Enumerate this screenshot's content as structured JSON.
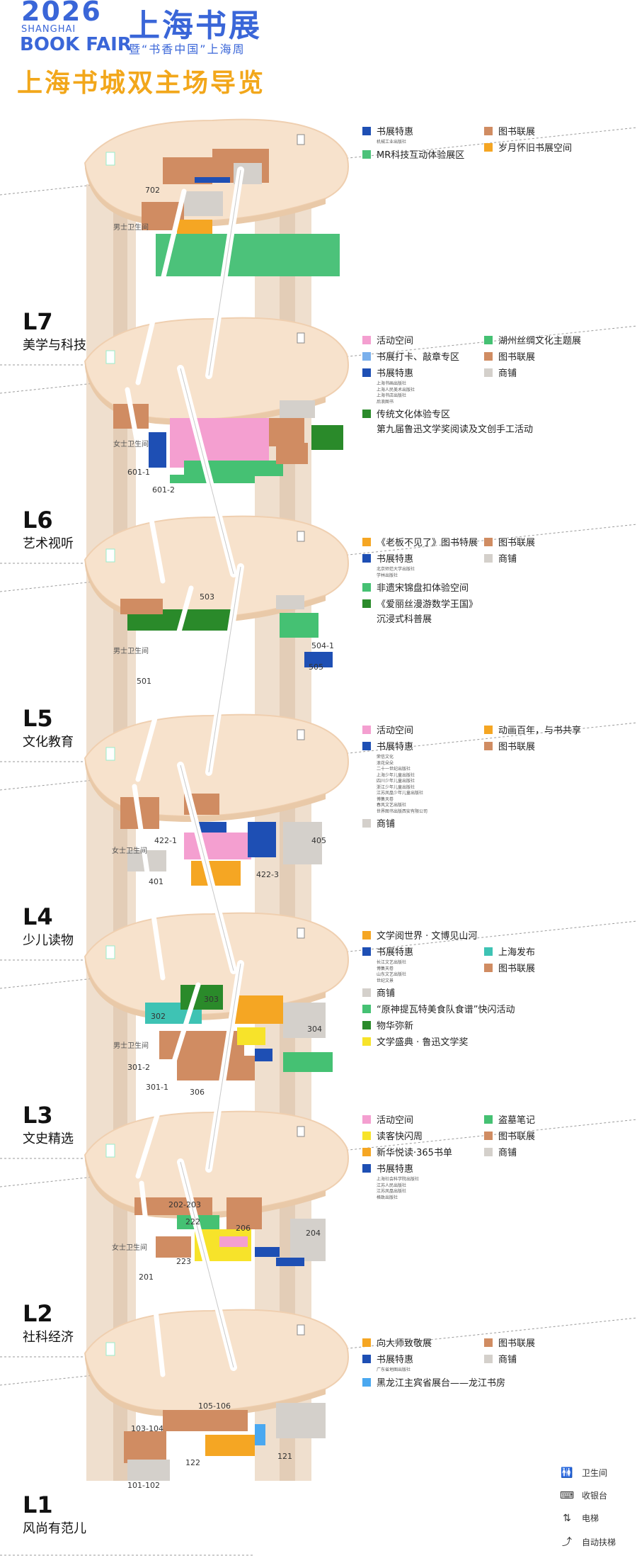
{
  "header": {
    "year": "2026",
    "city_en": "SHANGHAI",
    "fair_en": "BOOK FAIR",
    "brand_cn": "上海书展",
    "brand_sub": "暨“书香中国”上海周",
    "title": "上海书城双主场导览"
  },
  "colors": {
    "book_special": "#1e4fb4",
    "book_alliance": "#d08c62",
    "mr_tech": "#4cc27a",
    "nostalgia": "#f5a623",
    "activity": "#f49fd0",
    "checkin": "#7ab0ec",
    "shop": "#d4d0cb",
    "traditional": "#2a8a2a",
    "silk": "#45c173",
    "literature_world": "#f5a623",
    "shanghai_release": "#3ec3b4",
    "yellow": "#f7e32a",
    "heilongjiang": "#4aa8f0",
    "floor": "#f7e2cc",
    "pillar": "#e8d6c4"
  },
  "floors": [
    {
      "code": "L7",
      "name": "美学与科技",
      "legend": [
        {
          "label": "书展特惠",
          "color": "book_special",
          "sub": [
            "机械工业出版社"
          ]
        },
        {
          "label": "图书联展",
          "color": "book_alliance"
        },
        {
          "label": "MR科技互动体验展区",
          "color": "mr_tech"
        },
        {
          "label": "岁月怀旧书展空间",
          "color": "nostalgia"
        }
      ],
      "map_labels": [
        "702",
        "男士卫生间"
      ]
    },
    {
      "code": "L6",
      "name": "艺术视听",
      "legend": [
        {
          "label": "活动空间",
          "color": "activity"
        },
        {
          "label": "湖州丝绸文化主题展",
          "color": "silk"
        },
        {
          "label": "书展打卡、敲章专区",
          "color": "checkin"
        },
        {
          "label": "图书联展",
          "color": "book_alliance"
        },
        {
          "label": "书展特惠",
          "color": "book_special",
          "sub": [
            "上海书画出版社",
            "上海人民美术出版社",
            "上海书店出版社",
            "后浪图书"
          ]
        },
        {
          "label": "商铺",
          "color": "shop"
        },
        {
          "label": "传统文化体验专区",
          "color": "traditional",
          "sub2": "第九届鲁迅文学奖阅读及文创手工活动"
        }
      ],
      "map_labels": [
        "女士卫生间",
        "601-1",
        "601-2"
      ]
    },
    {
      "code": "L5",
      "name": "文化教育",
      "legend": [
        {
          "label": "《老板不见了》图书特展",
          "color": "nostalgia"
        },
        {
          "label": "图书联展",
          "color": "book_alliance"
        },
        {
          "label": "书展特惠",
          "color": "book_special",
          "sub": [
            "北京师范大学出版社",
            "学林出版社"
          ]
        },
        {
          "label": "商铺",
          "color": "shop"
        },
        {
          "label": "非遗宋锦盘扣体验空间",
          "color": "silk"
        },
        {
          "label": "《爱丽丝漫游数学王国》",
          "color": "traditional",
          "sub2": "沉浸式科普展"
        }
      ],
      "map_labels": [
        "503",
        "504-1",
        "505",
        "501",
        "男士卫生间"
      ]
    },
    {
      "code": "L4",
      "name": "少儿读物",
      "legend": [
        {
          "label": "活动空间",
          "color": "activity"
        },
        {
          "label": "动画百年，与书共享",
          "color": "nostalgia"
        },
        {
          "label": "书展特惠",
          "color": "book_special",
          "sub": [
            "荣信文化",
            "浪花朵朵",
            "二十一世纪出版社",
            "上海少年儿童出版社",
            "四川少年儿童出版社",
            "浙江少年儿童出版社",
            "江苏凤凰少年儿童出版社",
            "博集天卷",
            "春风文艺出版社",
            "世界图书出版西安有限公司"
          ]
        },
        {
          "label": "图书联展",
          "color": "book_alliance"
        },
        {
          "label": "商铺",
          "color": "shop"
        }
      ],
      "map_labels": [
        "422-1",
        "405",
        "401",
        "422-3",
        "女士卫生间"
      ]
    },
    {
      "code": "L3",
      "name": "文史精选",
      "legend": [
        {
          "label": "文学阅世界 · 文博见山河",
          "color": "nostalgia"
        },
        {
          "label": "上海发布",
          "color": "shanghai_release"
        },
        {
          "label": "书展特惠",
          "color": "book_special",
          "sub": [
            "长江文艺出版社",
            "博集天卷",
            "山东文艺出版社",
            "世纪文景"
          ]
        },
        {
          "label": "图书联展",
          "color": "book_alliance"
        },
        {
          "label": "商铺",
          "color": "shop"
        },
        {
          "label": "“原神提瓦特美食队食谱”快闪活动",
          "color": "silk"
        },
        {
          "label": "物华弥新",
          "color": "traditional"
        },
        {
          "label": "文学盛典 · 鲁迅文学奖",
          "color": "yellow"
        }
      ],
      "map_labels": [
        "302",
        "303",
        "304",
        "301-2",
        "301-1",
        "306",
        "男士卫生间"
      ]
    },
    {
      "code": "L2",
      "name": "社科经济",
      "legend": [
        {
          "label": "活动空间",
          "color": "activity"
        },
        {
          "label": "盗墓笔记",
          "color": "silk"
        },
        {
          "label": "读客快闪周",
          "color": "yellow"
        },
        {
          "label": "图书联展",
          "color": "book_alliance"
        },
        {
          "label": "新华悦读·365书单",
          "color": "nostalgia"
        },
        {
          "label": "商铺",
          "color": "shop"
        },
        {
          "label": "书展特惠",
          "color": "book_special",
          "sub": [
            "上海社会科学院出版社",
            "江苏人民出版社",
            "江苏凤凰出版社",
            "格致出版社"
          ]
        }
      ],
      "map_labels": [
        "202-203",
        "222",
        "206",
        "204",
        "223",
        "201",
        "女士卫生间"
      ]
    },
    {
      "code": "L1",
      "name": "风尚有范儿",
      "legend": [
        {
          "label": "向大师致敬展",
          "color": "nostalgia"
        },
        {
          "label": "图书联展",
          "color": "book_alliance"
        },
        {
          "label": "书展特惠",
          "color": "book_special",
          "sub": [
            "广东省地图出版社"
          ]
        },
        {
          "label": "商铺",
          "color": "shop"
        },
        {
          "label": "黑龙江主宾省展台——龙江书房",
          "color": "heilongjiang"
        }
      ],
      "map_labels": [
        "105-106",
        "103-104",
        "122",
        "101-102",
        "121"
      ]
    }
  ],
  "bottom_legend": [
    {
      "icon": "restroom-icon",
      "label": "卫生间"
    },
    {
      "icon": "cashier-icon",
      "label": "收银台"
    },
    {
      "icon": "elevator-icon",
      "label": "电梯"
    },
    {
      "icon": "escalator-icon",
      "label": "自动扶梯"
    }
  ]
}
